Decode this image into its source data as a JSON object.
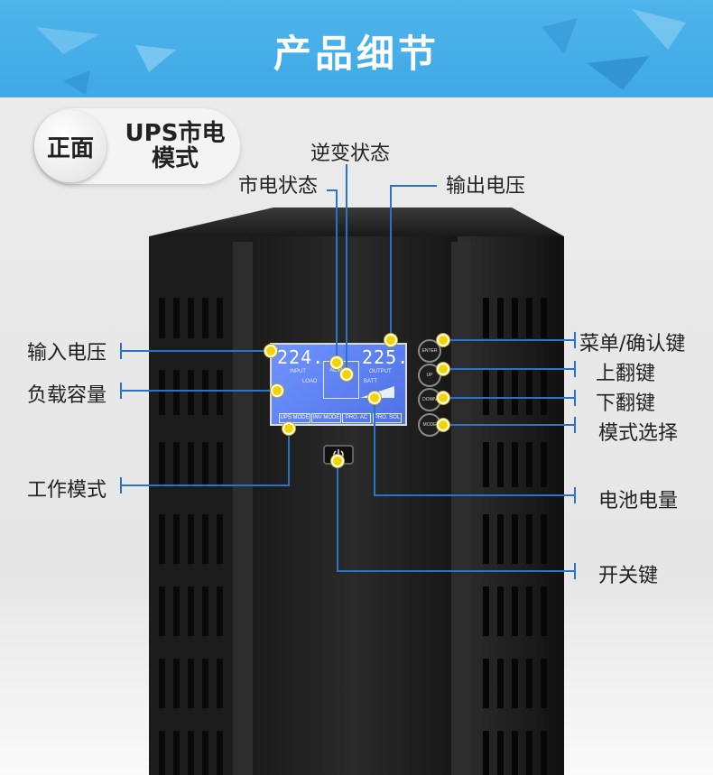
{
  "header": {
    "title": "产品细节"
  },
  "badge": {
    "circle_text": "正面",
    "mode_line1": "UPS市电",
    "mode_line2": "模式"
  },
  "labels": {
    "inverter_state": "逆变状态",
    "mains_state": "市电状态",
    "output_voltage": "输出电压",
    "input_voltage": "输入电压",
    "load_capacity": "负载容量",
    "work_mode": "工作模式",
    "menu_confirm": "菜单/确认键",
    "page_up": "上翻键",
    "page_down": "下翻键",
    "mode_select": "模式选择",
    "battery_level": "电池电量",
    "power_key": "开关键"
  },
  "lcd": {
    "input_value": "224.",
    "input_label": "INPUT",
    "output_value": "225.",
    "output_label": "OUTPUT",
    "load_label": "LOAD",
    "batt_label": "BATT",
    "center_label": "ACW",
    "modes": [
      "UPS MODE",
      "INV MODE",
      "PRO. AC",
      "PRO. SOL"
    ]
  },
  "buttons": {
    "enter": "ENTER",
    "up": "UP",
    "down": "DOWN",
    "mode": "MODE"
  },
  "colors": {
    "header": "#3ea9e6",
    "line": "#2a73c8",
    "dot": "#f3d400",
    "lcd": "#5f82f2"
  }
}
